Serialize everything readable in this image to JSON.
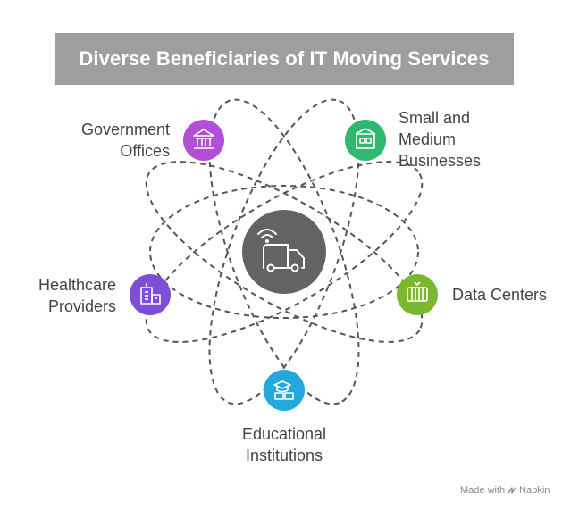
{
  "title": "Diverse Beneficiaries of IT Moving Services",
  "center": {
    "icon": "moving-truck-wifi-icon",
    "color": "#636363"
  },
  "nodes": [
    {
      "id": "government",
      "lines": [
        "Government",
        "Offices"
      ],
      "icon": "government-building-icon",
      "color": "#b34fd6"
    },
    {
      "id": "smb",
      "lines": [
        "Small and",
        "Medium",
        "Businesses"
      ],
      "icon": "store-building-icon",
      "color": "#2eb872"
    },
    {
      "id": "datacenters",
      "lines": [
        "Data Centers"
      ],
      "icon": "server-rack-icon",
      "color": "#7cb82f"
    },
    {
      "id": "healthcare",
      "lines": [
        "Healthcare",
        "Providers"
      ],
      "icon": "hospital-icon",
      "color": "#7c4fd6"
    },
    {
      "id": "education",
      "lines": [
        "Educational",
        "Institutions"
      ],
      "icon": "graduation-cap-icon",
      "color": "#22a8dc"
    }
  ],
  "watermark": {
    "prefix": "Made with",
    "brand": "Napkin"
  }
}
